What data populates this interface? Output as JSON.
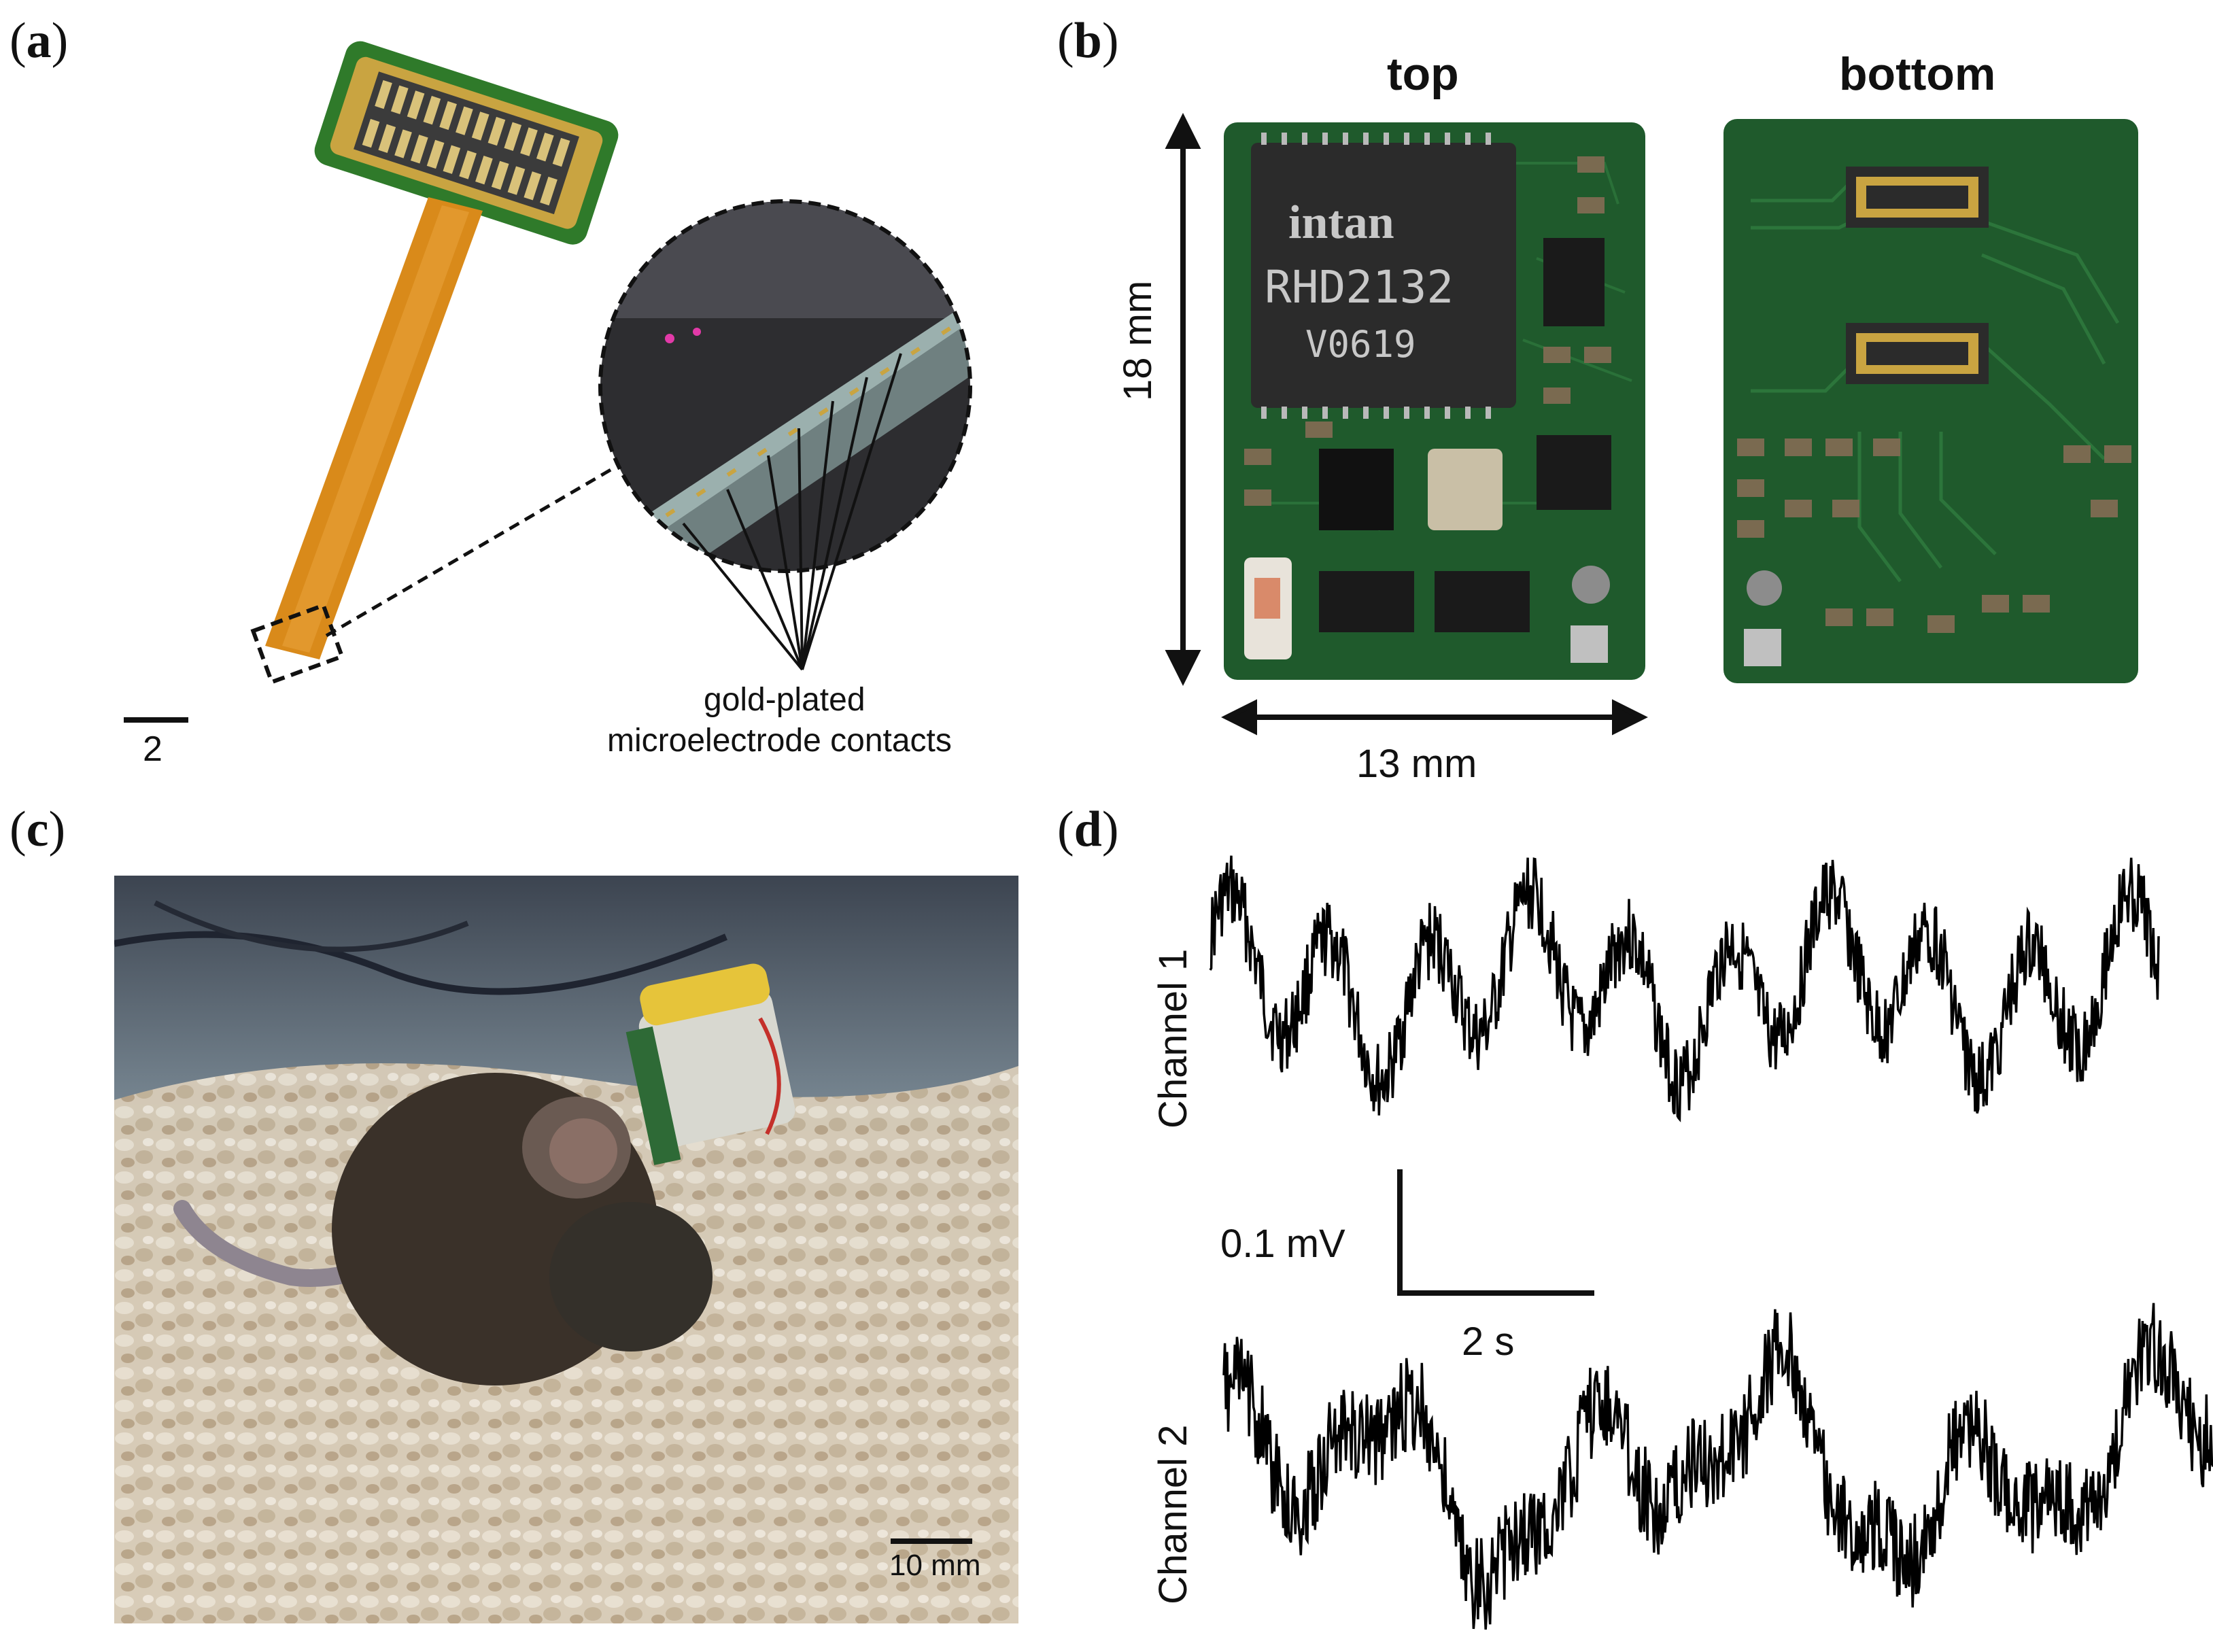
{
  "panels": {
    "a": {
      "label_open": "(",
      "label_letter": "a",
      "label_close": ")",
      "scale_bar_label": "2",
      "annotation_line1": "gold-plated",
      "annotation_line2": "microelectrode contacts"
    },
    "b": {
      "label_open": "(",
      "label_letter": "b",
      "label_close": ")",
      "top_title": "top",
      "bottom_title": "bottom",
      "height_label": "18 mm",
      "width_label": "13 mm",
      "chip_brand": "intan",
      "chip_model": "RHD2132",
      "chip_code": "V0619"
    },
    "c": {
      "label_open": "(",
      "label_letter": "c",
      "label_close": ")",
      "scale_bar_label": "10 mm"
    },
    "d": {
      "label_open": "(",
      "label_letter": "d",
      "label_close": ")",
      "channel1_label": "Channel 1",
      "channel2_label": "Channel 2",
      "scale_voltage_label": "0.1 mV",
      "scale_time_label": "2 s"
    }
  },
  "colors": {
    "pcb_green": "#1f5a2c",
    "flex_orange": "#d98a1a",
    "gold": "#c9a441",
    "trace_black": "#000000"
  }
}
